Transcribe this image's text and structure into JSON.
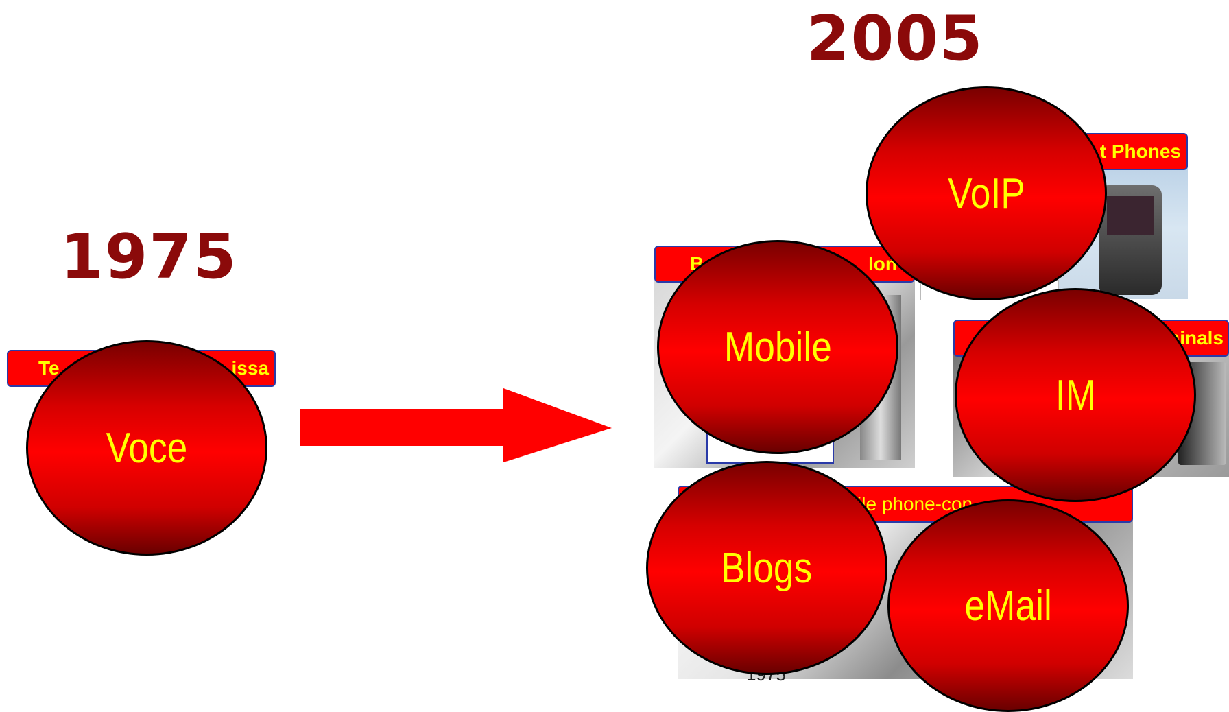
{
  "years": {
    "left": "1975",
    "right": "2005"
  },
  "bubbles": {
    "voce": "Voce",
    "voip": "VoIP",
    "mobile": "Mobile",
    "im": "IM",
    "blogs": "Blogs",
    "email": "eMail"
  },
  "label_fragments": {
    "fixed_phone": {
      "left": "Te",
      "right": "issa"
    },
    "smart_phones": "t Phones",
    "mobile_label": {
      "left": "B",
      "right": "lon"
    },
    "terminals": "minals",
    "mobile_phone": "ile phone-con"
  },
  "caption_fragment": "1975",
  "colors": {
    "bubble_red": "#ff0000",
    "bubble_text": "#ffff00",
    "year_color": "#8b0a0a",
    "label_border": "#2a3aa8",
    "arrow": "#ff0000"
  }
}
